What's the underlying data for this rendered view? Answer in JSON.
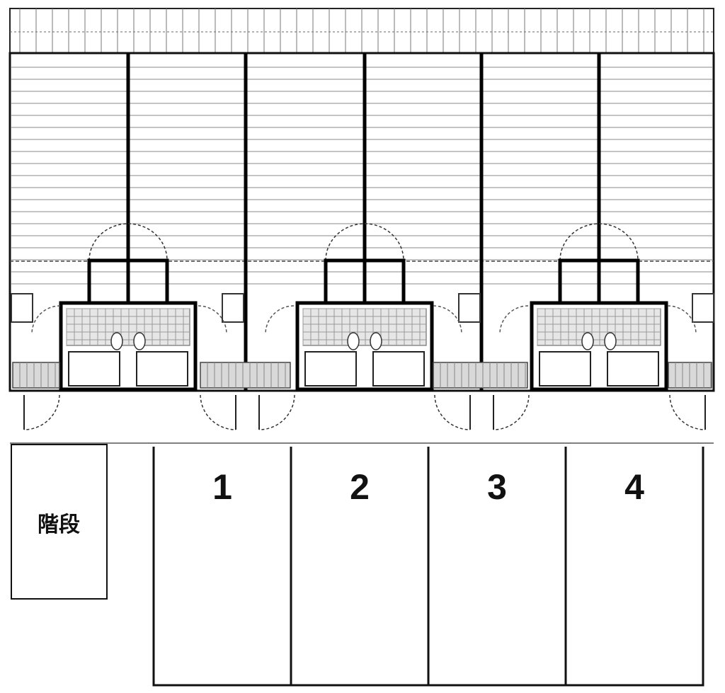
{
  "plan": {
    "stair_label": "階段",
    "unit_count": 6,
    "parking_spaces": [
      "1",
      "2",
      "3",
      "4"
    ]
  }
}
